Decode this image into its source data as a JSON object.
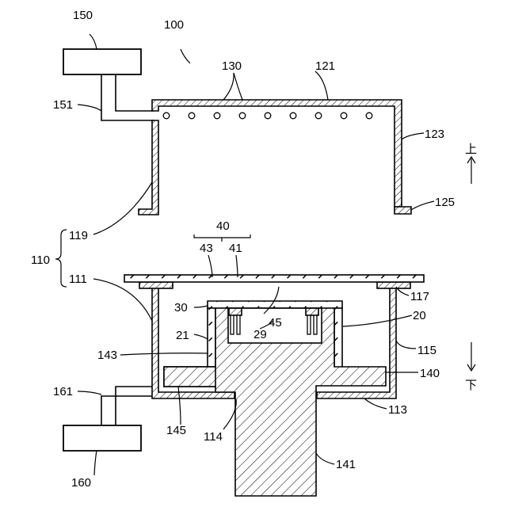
{
  "labels": {
    "l100": "100",
    "l150": "150",
    "l130": "130",
    "l121": "121",
    "l151": "151",
    "l123": "123",
    "l125": "125",
    "l119": "119",
    "l110": "110",
    "l111": "111",
    "l40": "40",
    "l43": "43",
    "l41": "41",
    "l117": "117",
    "l30": "30",
    "l45": "45",
    "l29": "29",
    "l20": "20",
    "l21": "21",
    "l115": "115",
    "l143": "143",
    "l140": "140",
    "l161": "161",
    "l145": "145",
    "l114": "114",
    "l113": "113",
    "l160": "160",
    "l141": "141"
  },
  "directions": {
    "up": "上",
    "down": "下"
  }
}
